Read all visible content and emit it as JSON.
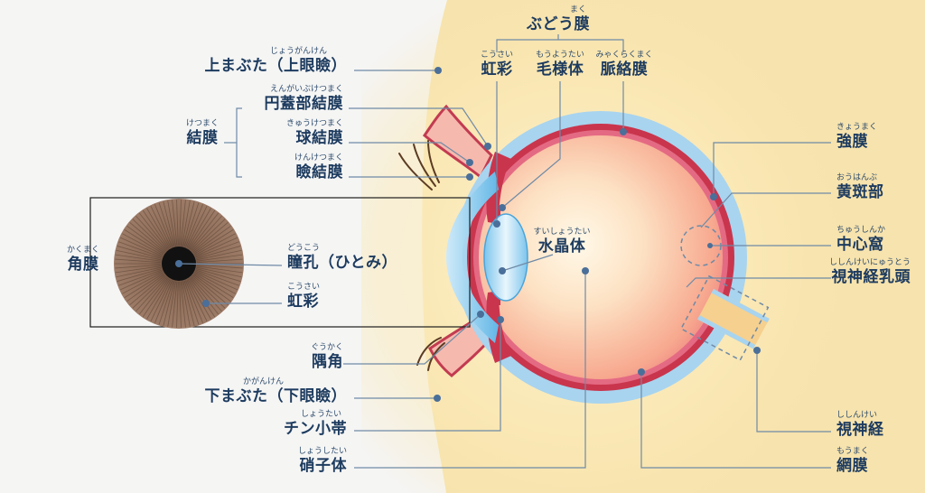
{
  "labels": {
    "upper_eyelid": {
      "ruby": "じょうがんけん",
      "text": "上まぶた（上眼瞼）"
    },
    "bulbar_fornix": {
      "ruby": "えんがいぶけつまく",
      "text": "円蓋部結膜"
    },
    "conjunctiva": {
      "ruby": "けつまく",
      "text": "結膜"
    },
    "bulbar_conj": {
      "ruby": "きゅうけつまく",
      "text": "球結膜"
    },
    "palpebral_conj": {
      "ruby": "けんけつまく",
      "text": "瞼結膜"
    },
    "cornea": {
      "ruby": "かくまく",
      "text": "角膜"
    },
    "pupil": {
      "ruby": "どうこう",
      "text": "瞳孔（ひとみ）"
    },
    "iris_front": {
      "ruby": "こうさい",
      "text": "虹彩"
    },
    "angle": {
      "ruby": "ぐうかく",
      "text": "隅角"
    },
    "lower_eyelid": {
      "ruby": "かがんけん",
      "text": "下まぶた（下眼瞼）"
    },
    "zonule": {
      "ruby": "しょうたい",
      "text": "チン小帯"
    },
    "vitreous": {
      "ruby": "しょうしたい",
      "text": "硝子体"
    },
    "uvea": {
      "ruby": "まく",
      "text": "ぶどう膜"
    },
    "iris": {
      "ruby": "こうさい",
      "text": "虹彩"
    },
    "ciliary_body": {
      "ruby": "もうようたい",
      "text": "毛様体"
    },
    "choroid": {
      "ruby": "みゃくらくまく",
      "text": "脈絡膜"
    },
    "lens": {
      "ruby": "すいしょうたい",
      "text": "水晶体"
    },
    "sclera": {
      "ruby": "きょうまく",
      "text": "強膜"
    },
    "macula": {
      "ruby": "おうはんぶ",
      "text": "黄斑部"
    },
    "fovea": {
      "ruby": "ちゅうしんか",
      "text": "中心窩"
    },
    "optic_disc": {
      "ruby": "ししんけいにゅうとう",
      "text": "視神経乳頭"
    },
    "optic_nerve": {
      "ruby": "ししんけい",
      "text": "視神経"
    },
    "retina": {
      "ruby": "もうまく",
      "text": "網膜"
    }
  },
  "colors": {
    "label_text": "#1d3b5f",
    "leader_line": "#6f8aa6",
    "skin": "#f7e3ad",
    "sclera_blue": "#a8d4ef",
    "choroid_red": "#c9354d",
    "iris_brown": "#8c6a55"
  }
}
